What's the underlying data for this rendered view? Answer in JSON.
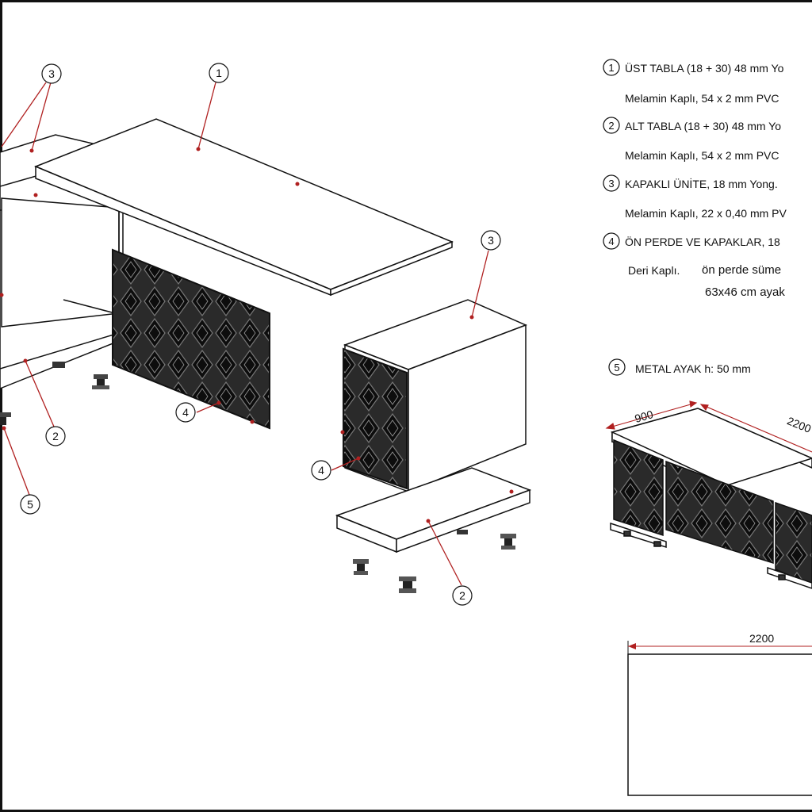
{
  "callouts": {
    "c1": "1",
    "c2": "2",
    "c3": "3",
    "c4": "4",
    "c5": "5"
  },
  "legend": {
    "items": [
      {
        "num": "1",
        "line1": "ÜST TABLA  (18 + 30) 48 mm Yo",
        "line2": "Melamin Kaplı, 54 x 2 mm PVC"
      },
      {
        "num": "2",
        "line1": "ALT TABLA  (18 + 30) 48 mm Yo",
        "line2": "Melamin Kaplı, 54 x 2 mm PVC"
      },
      {
        "num": "3",
        "line1": "KAPAKLI ÜNİTE, 18 mm  Yong.",
        "line2": "Melamin Kaplı, 22 x 0,40 mm PV"
      },
      {
        "num": "4",
        "line1": "ÖN PERDE VE KAPAKLAR, 18",
        "line2": "Deri Kaplı.",
        "line2b": "ön perde süme",
        "line3": "63x46 cm ayak"
      }
    ],
    "metal_num": "5",
    "metal_text": "METAL AYAK h: 50 mm"
  },
  "dimensions": {
    "depth": "900",
    "width": "2200",
    "plan_width": "2200"
  },
  "colors": {
    "line": "#111111",
    "leader": "#b02020",
    "panel_dark": "#1a1a1a"
  }
}
